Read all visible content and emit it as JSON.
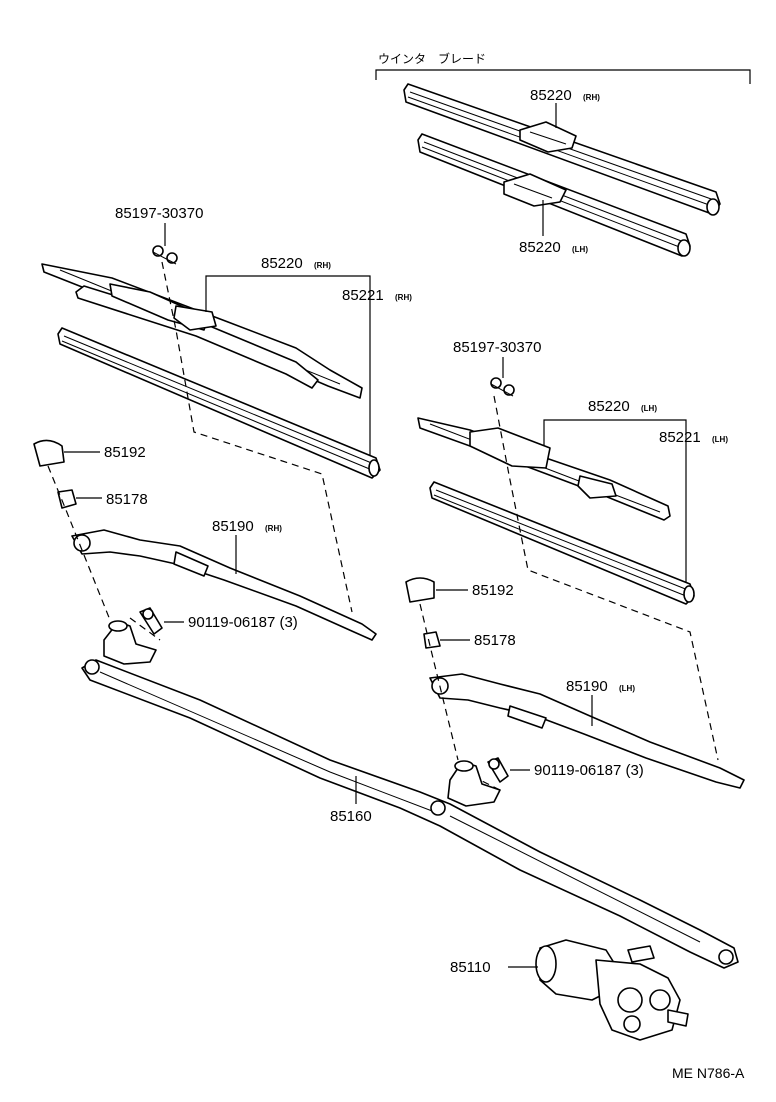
{
  "header": {
    "winter_blade": "ウインタ　ブレード"
  },
  "labels": {
    "p85220_rh_winter": "85220",
    "p85220_rh_winter_suffix": "(RH)",
    "p85220_lh_winter": "85220",
    "p85220_lh_winter_suffix": "(LH)",
    "p85197_left": "85197-30370",
    "p85220_rh": "85220",
    "p85220_rh_suffix": "(RH)",
    "p85221_rh": "85221",
    "p85221_rh_suffix": "(RH)",
    "p85197_right": "85197-30370",
    "p85220_lh": "85220",
    "p85220_lh_suffix": "(LH)",
    "p85221_lh": "85221",
    "p85221_lh_suffix": "(LH)",
    "p85192_left": "85192",
    "p85178_left": "85178",
    "p85190_rh": "85190",
    "p85190_rh_suffix": "(RH)",
    "p90119_left": "90119-06187 (3)",
    "p85192_right": "85192",
    "p85178_right": "85178",
    "p85190_lh": "85190",
    "p85190_lh_suffix": "(LH)",
    "p90119_right": "90119-06187 (3)",
    "p85160": "85160",
    "p85110": "85110"
  },
  "footer": {
    "code": "ME N786-A"
  }
}
